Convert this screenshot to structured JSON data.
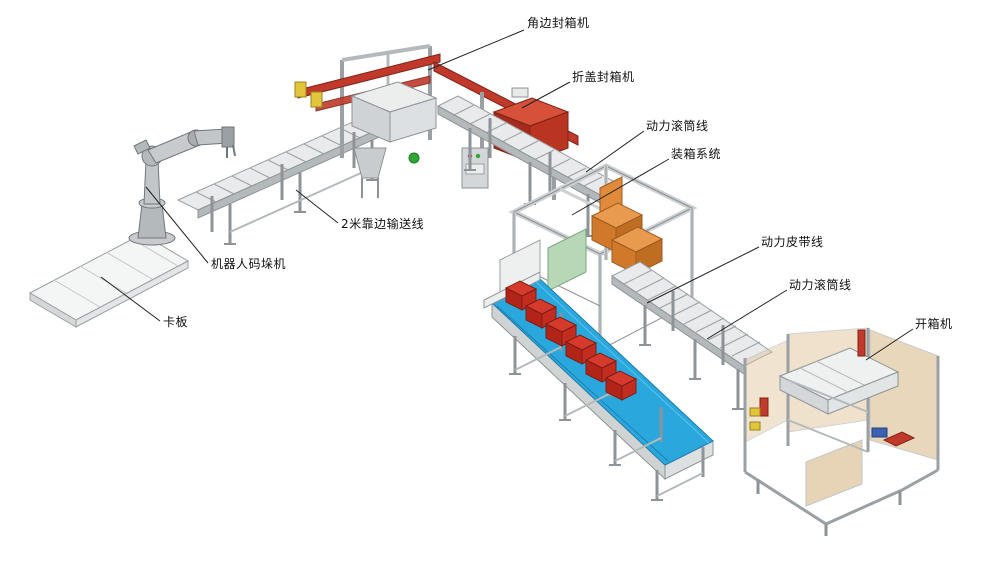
{
  "diagram": {
    "labels": [
      {
        "id": "corner-edge-sealer",
        "text": "角边封箱机"
      },
      {
        "id": "flap-fold-sealer",
        "text": "折盖封箱机"
      },
      {
        "id": "power-roller-line-top",
        "text": "动力滚筒线"
      },
      {
        "id": "case-packing-system",
        "text": "装箱系统"
      },
      {
        "id": "power-belt-line",
        "text": "动力皮带线"
      },
      {
        "id": "power-roller-line-right",
        "text": "动力滚筒线"
      },
      {
        "id": "case-erector",
        "text": "开箱机"
      },
      {
        "id": "edge-conveyor-2m",
        "text": "2米靠边输送线"
      },
      {
        "id": "robot-palletizer",
        "text": "机器人码垛机"
      },
      {
        "id": "pallet",
        "text": "卡板"
      }
    ],
    "colors": {
      "machine_red": "#c0392b",
      "belt_blue": "#2aa8de",
      "carton_orange": "#e08a3c",
      "panel_amber": "#d8b887",
      "metal_gray": "#b4b9bc",
      "leader_line": "#222222"
    }
  }
}
